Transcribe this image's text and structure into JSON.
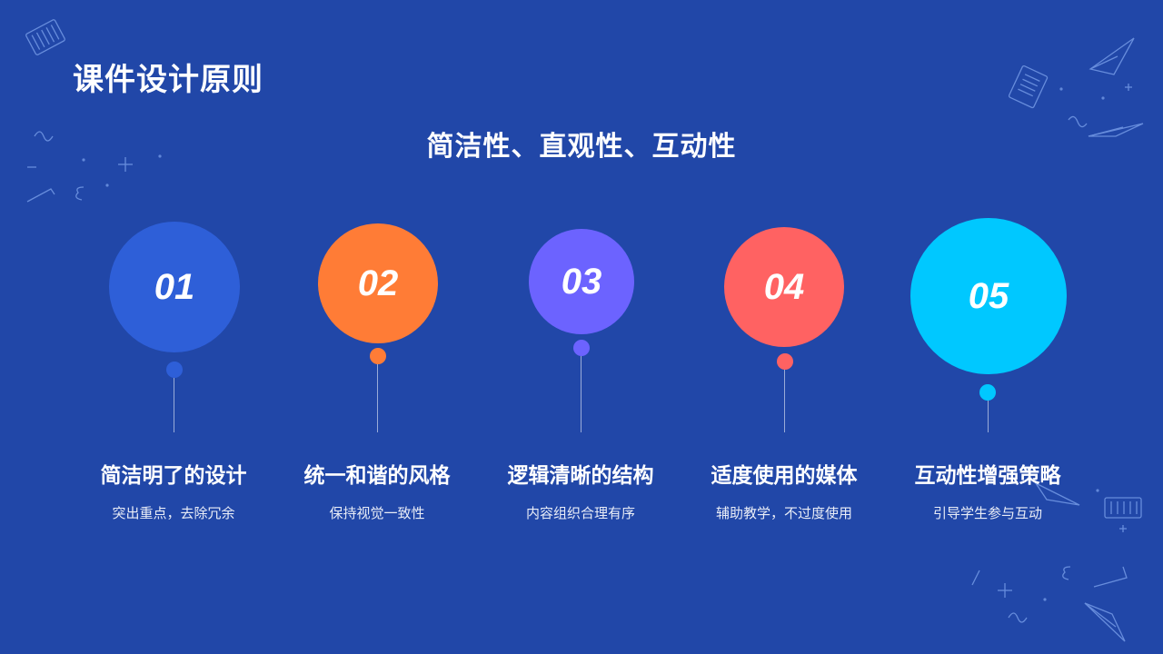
{
  "page": {
    "background": "#2147a8"
  },
  "header": {
    "title": "课件设计原则"
  },
  "main": {
    "subtitle": "简洁性、直观性、互动性",
    "principles": [
      {
        "number": "01",
        "title": "简洁明了的设计",
        "description": "突出重点，去除冗余",
        "color": "#2e5fd8"
      },
      {
        "number": "02",
        "title": "统一和谐的风格",
        "description": "保持视觉一致性",
        "color": "#ff7c36"
      },
      {
        "number": "03",
        "title": "逻辑清晰的结构",
        "description": "内容组织合理有序",
        "color": "#6c63ff"
      },
      {
        "number": "04",
        "title": "适度使用的媒体",
        "description": "辅助教学，不过度使用",
        "color": "#ff6262"
      },
      {
        "number": "05",
        "title": "互动性增强策略",
        "description": "引导学生参与互动",
        "color": "#00c8ff"
      }
    ]
  },
  "decorations": [
    "notebook-icon",
    "paper-plane-icon",
    "math-doodle-icon"
  ]
}
